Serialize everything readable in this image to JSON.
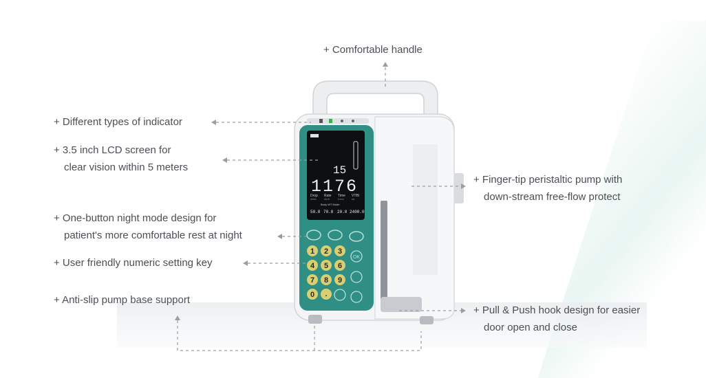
{
  "callouts": {
    "handle": {
      "line1": "+ Comfortable handle"
    },
    "indicator": {
      "line1": "+ Different types of indicator"
    },
    "lcd": {
      "line1": "+ 3.5 inch LCD screen for",
      "line2": "clear vision within 5 meters"
    },
    "night_mode": {
      "line1": "+ One-button night mode design for",
      "line2": "patient's more comfortable rest at night"
    },
    "numeric_key": {
      "line1": "+ User friendly numeric setting key"
    },
    "base": {
      "line1": "+ Anti-slip pump base support"
    },
    "peristaltic": {
      "line1": "+ Finger-tip peristaltic pump with",
      "line2": "down-stream free-flow protect"
    },
    "hook": {
      "line1": "+ Pull & Push hook design for easier",
      "line2": "door open and close"
    }
  },
  "lcd": {
    "rate_small": "15",
    "volume_big": "1176",
    "col_labels": [
      "Drop",
      "Rate",
      "Time",
      "VTBI"
    ],
    "col_units": [
      "d/min",
      "mL/h",
      "h:m:s",
      "mL"
    ],
    "mode_label": "Body WT Mode",
    "bottom_values": [
      "50.0",
      "70.0",
      "20.0",
      "2400.0"
    ]
  },
  "keypad": {
    "digits": [
      "1",
      "2",
      "3",
      "4",
      "5",
      "6",
      "7",
      "8",
      "9",
      "0",
      "."
    ],
    "side_keys": [
      "OK"
    ]
  },
  "colors": {
    "panel": "#2f8f84",
    "key_yellow": "#d8cf72",
    "text": "#4b4f55",
    "arrow": "#9a9da1"
  }
}
